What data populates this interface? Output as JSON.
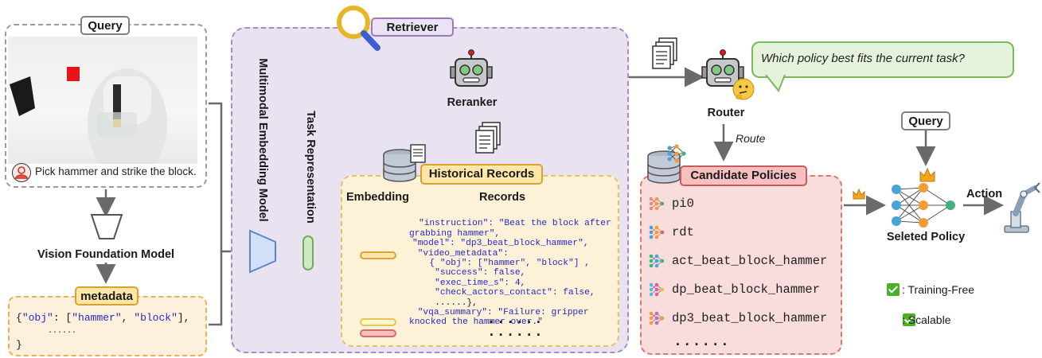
{
  "query_panel": {
    "tag": "Query",
    "instruction": "Pick hammer and strike the block."
  },
  "vision_model": {
    "label": "Vision Foundation Model"
  },
  "metadata": {
    "tag": "metadata",
    "line1_key": "\"obj\"",
    "line1_val1": "\"hammer\"",
    "line1_val2": "\"block\"",
    "line2": "......",
    "brace_open": "{",
    "brace_close": "}"
  },
  "retriever": {
    "tag": "Retriever",
    "embedding_model": "Multimodal Embedding Model",
    "task_representation": "Task Representation",
    "reranker": "Reranker"
  },
  "historical": {
    "tag": "Historical Records",
    "col_embedding": "Embedding",
    "col_records": "Records",
    "record_lines": [
      "\"instruction\": \"Beat the block after",
      "grabbing hammer\",",
      "\"model\": \"dp3_beat_block_hammer\",",
      " \"video_metadata\":",
      "  { \"obj\": [\"hammer\", \"block\"] ,",
      "   \"success\": false,",
      "   \"exec_time_s\": 4,",
      "   \"check_actors_contact\": false,",
      "   ......},",
      " \"vqa_summary\": \"Failure: gripper",
      "knocked the hammer over.\""
    ],
    "ellipsis1": "......",
    "ellipsis2": "......"
  },
  "router": {
    "label": "Router",
    "speech": "Which policy best fits the current task?",
    "route": "Route"
  },
  "candidates": {
    "tag": "Candidate Policies",
    "policies": [
      "pi0",
      "rdt",
      "act_beat_block_hammer",
      "dp_beat_block_hammer",
      "dp3_beat_block_hammer"
    ],
    "more": "......"
  },
  "right_side": {
    "query_tag": "Query",
    "action": "Action",
    "selected_policy": "Seleted Policy",
    "training_free": ": Training-Free",
    "scalable": ": Scalable"
  },
  "colors": {
    "retriever_bg": "#e9e3f1",
    "retriever_border": "#a98cc4",
    "records_bg": "#fdf1d8",
    "records_border": "#e6c26a",
    "candidates_bg": "#f9dcdc",
    "candidates_border": "#d97777",
    "metadata_bg": "#fdf0dc",
    "speech_border": "#7ab85a",
    "check": "#4caf2c"
  }
}
